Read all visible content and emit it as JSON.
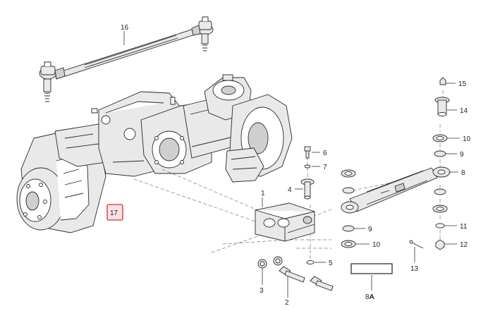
{
  "callouts": {
    "c1": "1",
    "c2": "2",
    "c3": "3",
    "c4": "4",
    "c5": "5",
    "c6": "6",
    "c7": "7",
    "c8": "8",
    "c9a": "9",
    "c9b": "9",
    "c10a": "10",
    "c10b": "10",
    "c11": "11",
    "c12": "12",
    "c13": "13",
    "c14": "14",
    "c15": "15",
    "c16": "16",
    "c17": "17",
    "c8a_num": "8",
    "c8a_letter": "A"
  },
  "colors": {
    "highlight_border": "#d9534f",
    "highlight_fill": "#fbe3e3"
  }
}
